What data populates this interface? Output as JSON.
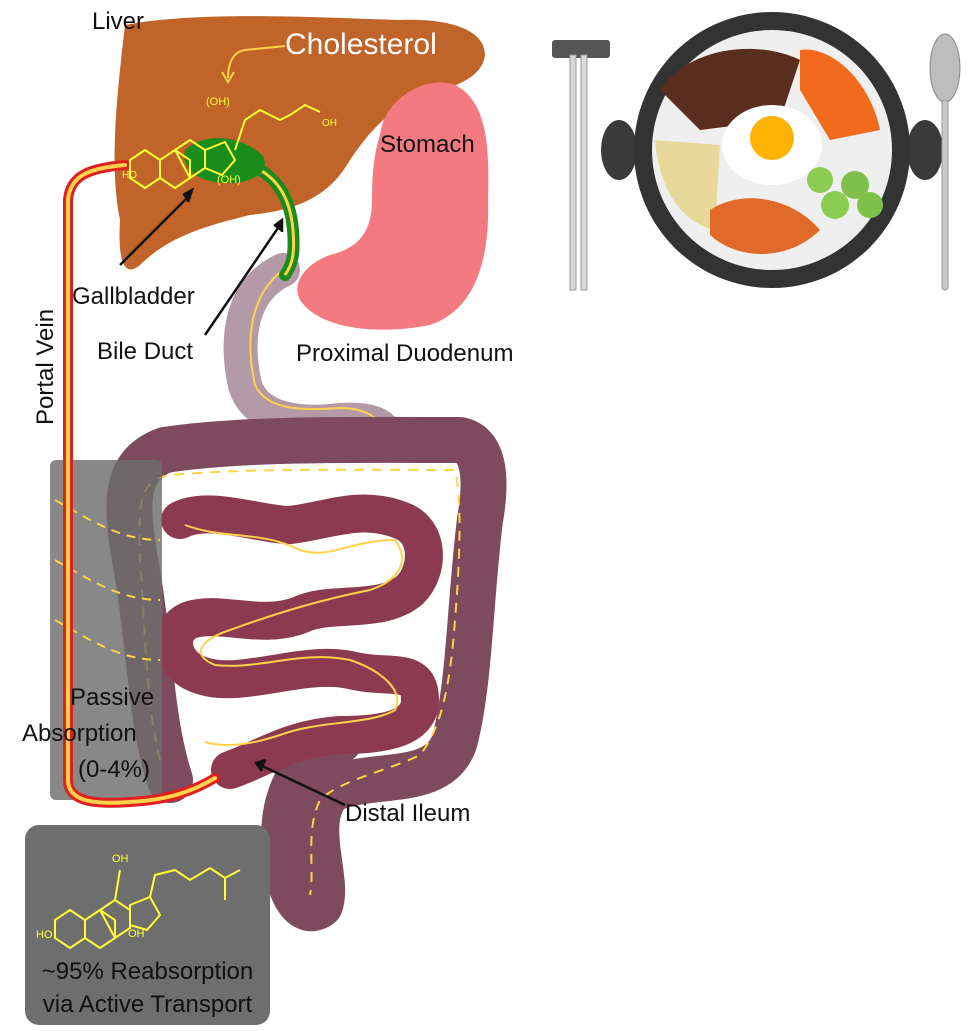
{
  "labels": {
    "liver": "Liver",
    "cholesterol": "Cholesterol",
    "stomach": "Stomach",
    "gallbladder": "Gallbladder",
    "bile_duct": "Bile Duct",
    "proximal_duodenum": "Proximal Duodenum",
    "portal_vein": "Portal Vein",
    "passive_absorption_line1": "Passive",
    "passive_absorption_line2": "Absorption",
    "passive_absorption_pct": "(0-4%)",
    "distal_ileum": "Distal Ileum",
    "reabsorption_line1": "~95% Reabsorption",
    "reabsorption_line2": "via Active Transport"
  },
  "molecule_labels": {
    "oh_top": "(OH)",
    "oh_mid": "(OH)",
    "ho": "HO",
    "oh_acid": "OH",
    "oh_bottom_1": "OH",
    "oh_bottom_2": "OH",
    "ho_bottom": "HO"
  },
  "colors": {
    "liver": "#c0642a",
    "stomach": "#f27a80",
    "gallbladder": "#1a8c1a",
    "intestine_light": "#b49aa6",
    "intestine_dark": "#7d4a5e",
    "small_intestine": "#8c3a52",
    "portal_vein_outer": "#e02020",
    "portal_vein_inner": "#ffd24a",
    "molecule": "#ffff33",
    "gray_box": "#6e6e6e"
  },
  "icons": [
    "bibimbap-bowl-illustration",
    "chopsticks-icon",
    "spoon-icon"
  ]
}
